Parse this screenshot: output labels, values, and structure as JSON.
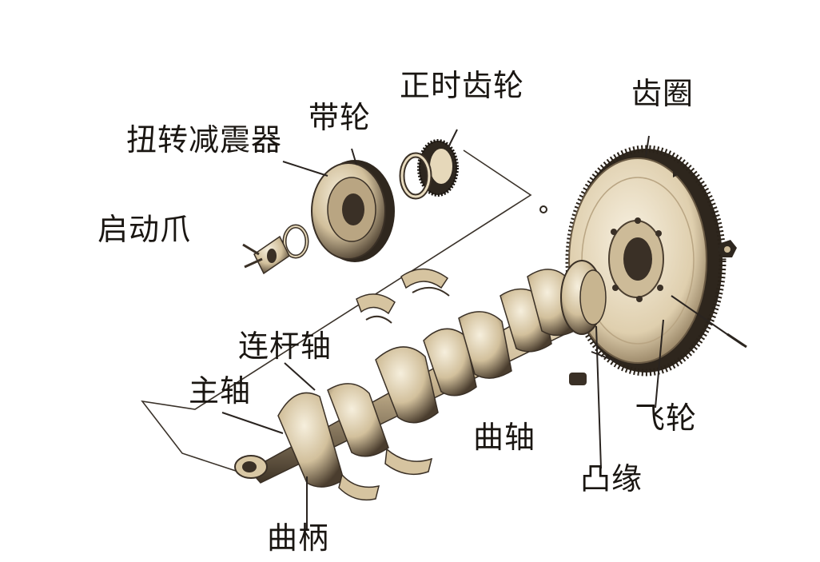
{
  "labels": {
    "timing_gear": "正时齿轮",
    "ring_gear": "齿圈",
    "pulley": "带轮",
    "torsional_damper": "扭转减震器",
    "starter_claw": "启动爪",
    "crankpin": "连杆轴",
    "main_journal": "主轴",
    "crankshaft": "曲轴",
    "flywheel": "飞轮",
    "flange": "凸缘",
    "crank_arm": "曲柄"
  },
  "colors": {
    "metal_light": "#efe4cc",
    "metal_mid": "#c7b48f",
    "metal_dark": "#3b3024",
    "leader_line": "#2a2420"
  }
}
